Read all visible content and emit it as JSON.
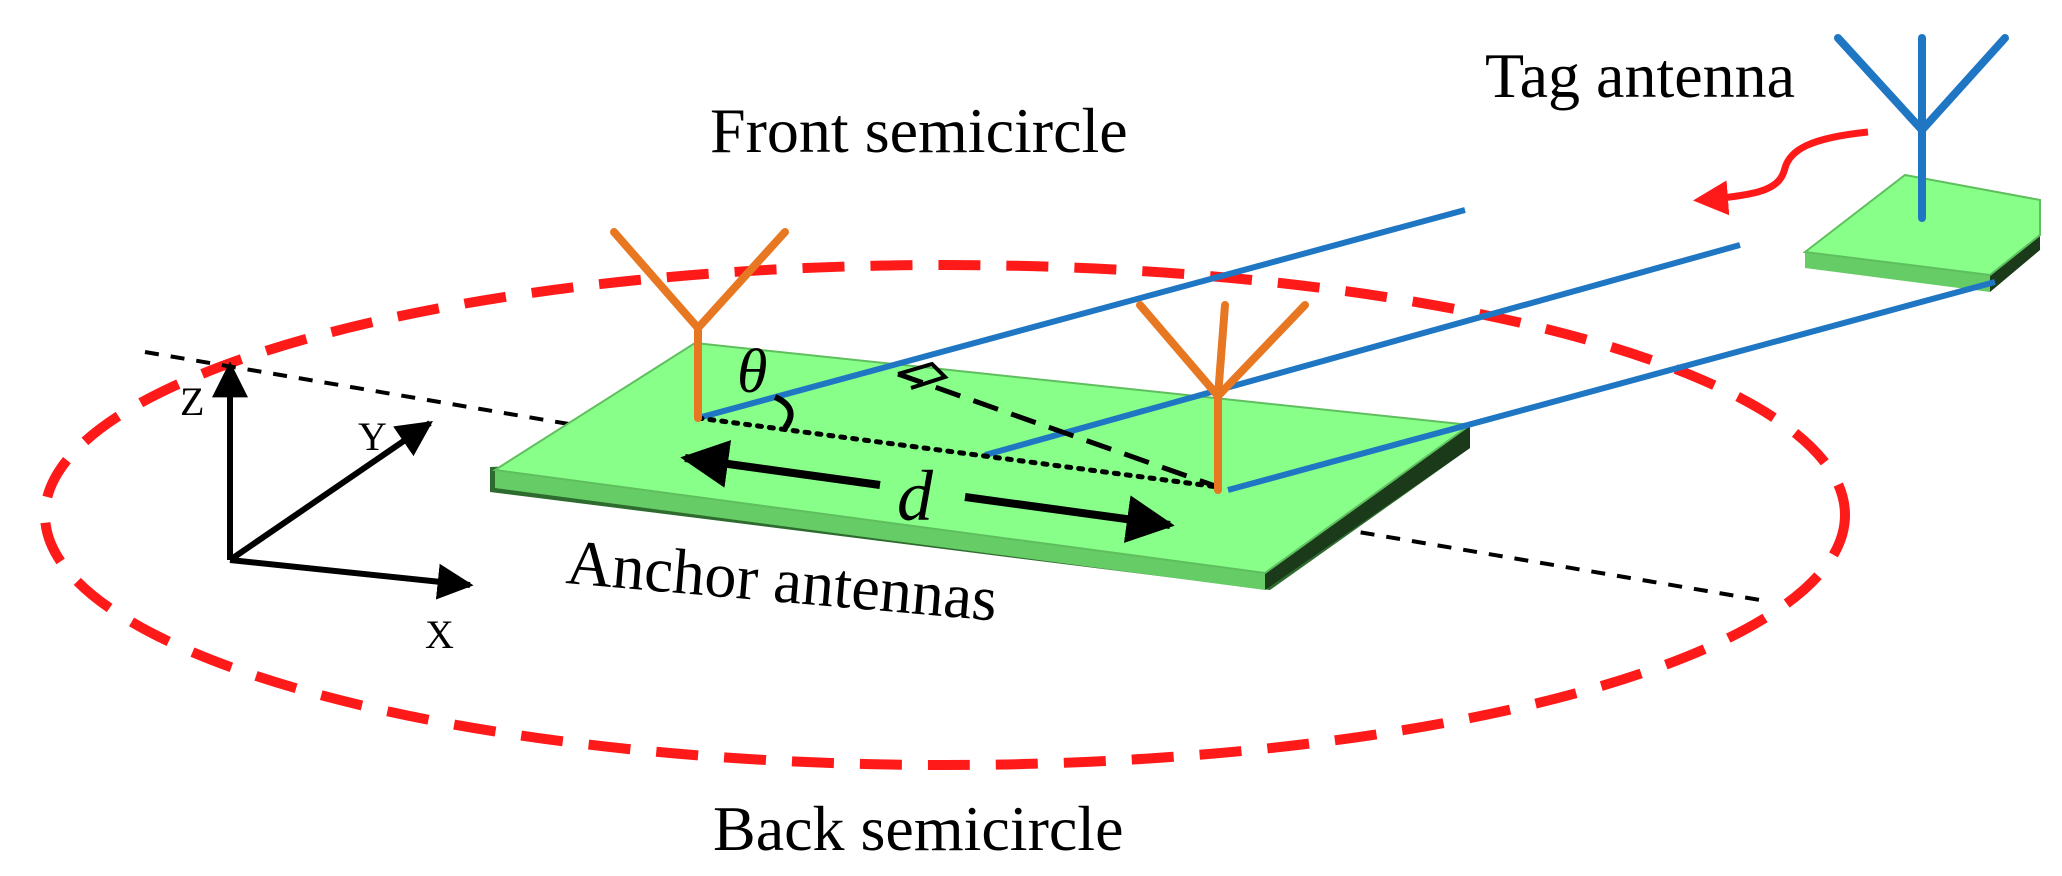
{
  "labels": {
    "front": "Front semicircle",
    "back": "Back semicircle",
    "anchor": "Anchor antennas",
    "tag": "Tag antenna",
    "theta": "θ",
    "d": "d"
  },
  "axes": {
    "x": "X",
    "y": "Y",
    "z": "Z"
  },
  "colors": {
    "ellipse": "#ff1a1a",
    "board": "#88ff88",
    "board_edge": "#1a3a1a",
    "anchor_antenna": "#e87722",
    "tag_antenna": "#1f77c4",
    "signal_lines": "#1f77c4",
    "arrow_red": "#ff1a1a",
    "lines": "#000000"
  }
}
